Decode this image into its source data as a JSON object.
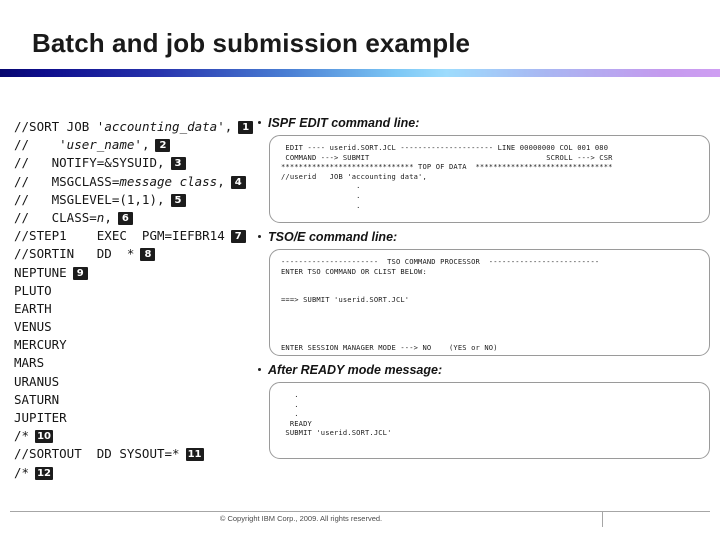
{
  "slide": {
    "title": "Batch and job submission example"
  },
  "jcl": {
    "lines": [
      {
        "pre": "//SORT JOB ",
        "ital": "'accounting_data'",
        "post": ",",
        "badge": "1"
      },
      {
        "pre": "//    ",
        "ital": "'user_name'",
        "post": ",",
        "badge": "2"
      },
      {
        "pre": "//   NOTIFY=&SYSUID,",
        "ital": "",
        "post": "",
        "badge": "3"
      },
      {
        "pre": "//   MSGCLASS=",
        "ital": "message class",
        "post": ",",
        "badge": "4"
      },
      {
        "pre": "//   MSGLEVEL=(1,1),",
        "ital": "",
        "post": "",
        "badge": "5"
      },
      {
        "pre": "//   CLASS=",
        "ital": "n",
        "post": ",",
        "badge": "6"
      },
      {
        "pre": "//STEP1    EXEC  PGM=IEFBR14",
        "ital": "",
        "post": "",
        "badge": "7"
      },
      {
        "pre": "//SORTIN   DD  *",
        "ital": "",
        "post": "",
        "badge": "8"
      },
      {
        "pre": "NEPTUNE",
        "ital": "",
        "post": "",
        "badge": "9"
      },
      {
        "pre": "PLUTO",
        "ital": "",
        "post": "",
        "badge": ""
      },
      {
        "pre": "EARTH",
        "ital": "",
        "post": "",
        "badge": ""
      },
      {
        "pre": "VENUS",
        "ital": "",
        "post": "",
        "badge": ""
      },
      {
        "pre": "MERCURY",
        "ital": "",
        "post": "",
        "badge": ""
      },
      {
        "pre": "MARS",
        "ital": "",
        "post": "",
        "badge": ""
      },
      {
        "pre": "URANUS",
        "ital": "",
        "post": "",
        "badge": ""
      },
      {
        "pre": "SATURN",
        "ital": "",
        "post": "",
        "badge": ""
      },
      {
        "pre": "JUPITER",
        "ital": "",
        "post": "",
        "badge": ""
      },
      {
        "pre": "/*",
        "ital": "",
        "post": "",
        "badge": "10"
      },
      {
        "pre": "//SORTOUT  DD SYSOUT=*",
        "ital": "",
        "post": "",
        "badge": "11"
      },
      {
        "pre": "/*",
        "ital": "",
        "post": "",
        "badge": "12"
      }
    ]
  },
  "sections": [
    {
      "title": "ISPF EDIT command line:",
      "lines": [
        " EDIT ---- userid.SORT.JCL --------------------- LINE 00000000 COL 001 080",
        " COMMAND ---> SUBMIT                                        SCROLL ---> CSR",
        "****************************** TOP OF DATA  *******************************",
        "//userid   JOB 'accounting data',",
        "                 .",
        "                 .",
        "                 ."
      ]
    },
    {
      "title": "TSO/E command line:",
      "lines": [
        "----------------------  TSO COMMAND PROCESSOR  -------------------------",
        "ENTER TSO COMMAND OR CLIST BELOW:",
        "",
        "",
        "===> SUBMIT 'userid.SORT.JCL'",
        "",
        "",
        "",
        "",
        "ENTER SESSION MANAGER MODE ---> NO    (YES or NO)"
      ]
    },
    {
      "title": "After READY mode message:",
      "lines": [
        "   .",
        "   .",
        "   .",
        "  READY",
        " SUBMIT 'userid.SORT.JCL'"
      ]
    }
  ],
  "footer": {
    "copyright": "© Copyright IBM Corp., 2009. All rights reserved."
  }
}
